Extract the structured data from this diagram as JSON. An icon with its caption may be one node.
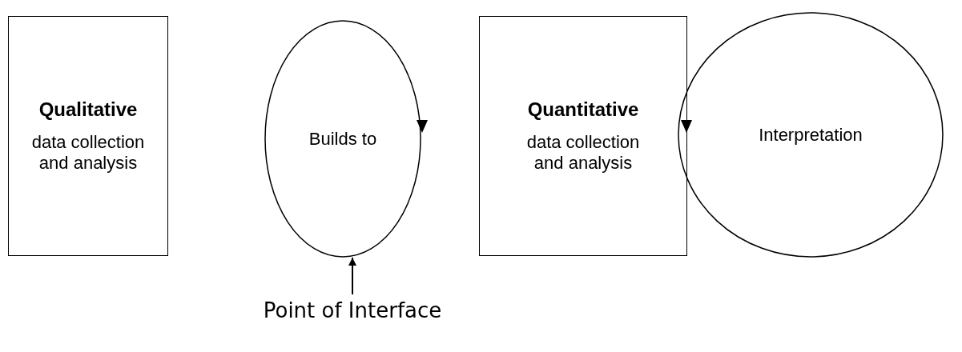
{
  "diagram": {
    "nodes": [
      {
        "text": [
          "Qualitative",
          "data collection and analysis"
        ]
      },
      {
        "text": [
          "Builds to"
        ]
      },
      {
        "text": [
          "Quantitative",
          "data collection and analysis"
        ]
      },
      {
        "text": [
          "Interpretation"
        ]
      },
      {
        "text": [
          "Point of Interface"
        ]
      }
    ],
    "edges": [
      {
        "from": 4,
        "to": 1,
        "arrow": "to"
      }
    ]
  }
}
